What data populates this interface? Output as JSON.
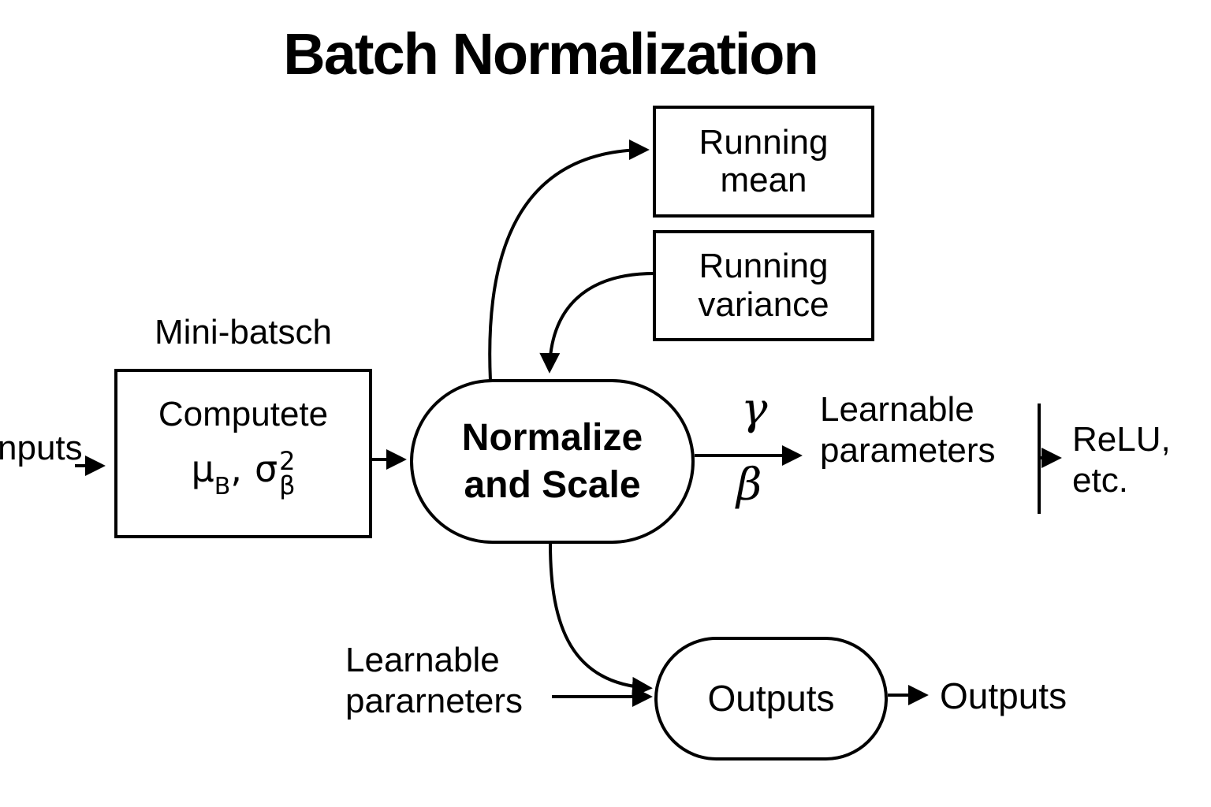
{
  "title": "Batch Normalization",
  "nodes": {
    "running_mean": {
      "line1": "Running",
      "line2": "mean"
    },
    "running_variance": {
      "line1": "Running",
      "line2": "variance"
    },
    "compute": {
      "line1": "Computete",
      "formula": {
        "mu": "μ",
        "mu_sub": "B",
        "comma": ",",
        "sigma": "σ",
        "sigma_sup": "2",
        "sigma_sub": "β"
      }
    },
    "normalize": {
      "line1": "Normalize",
      "line2": "and Scale"
    },
    "outputs": {
      "label": "Outputs"
    }
  },
  "labels": {
    "mini_batch": "Mini-batsch",
    "inputs": "nputs",
    "gamma": "γ",
    "beta": "β",
    "learnable_right": {
      "line1": "Learnable",
      "line2": "parameters"
    },
    "relu": {
      "line1": "ReLU,",
      "line2": "etc."
    },
    "learnable_bottom": {
      "line1": "Learnable",
      "line2": "pararneters"
    },
    "outputs_right": "Outputs"
  },
  "colors": {
    "ink": "#000000",
    "background": "#ffffff"
  }
}
